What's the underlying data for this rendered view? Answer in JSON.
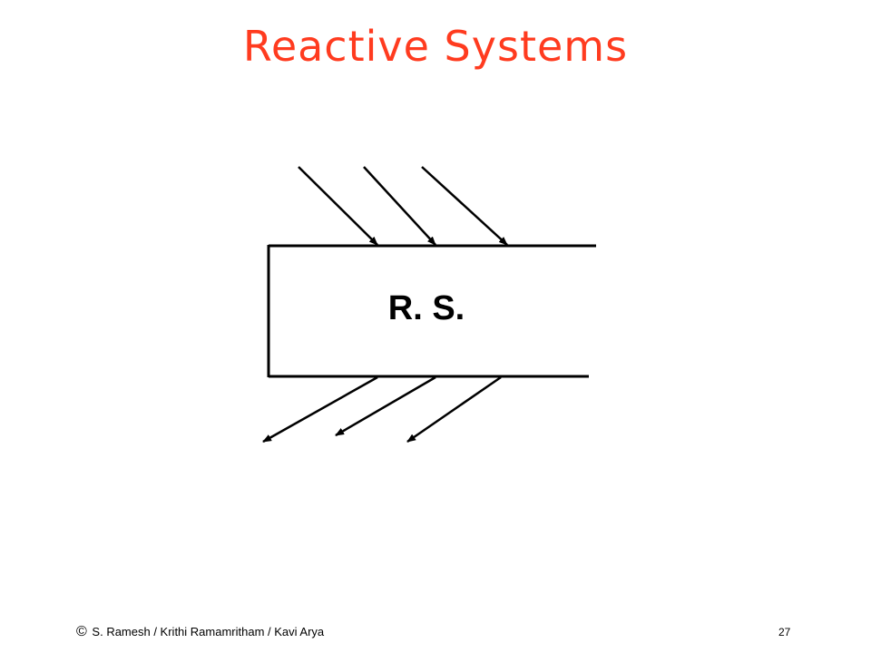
{
  "slide": {
    "title": "Reactive Systems",
    "box_label": "R. S.",
    "title_color": "#ff3b1f",
    "copyright_symbol": "©",
    "footer_credit": "S. Ramesh  / Krithi Ramamritham  / Kavi Arya",
    "page_number": "27"
  },
  "diagram": {
    "nodes": [
      {
        "id": "reactive-system",
        "label": "R. S."
      }
    ],
    "input_arrows": 3,
    "output_arrows": 3
  }
}
